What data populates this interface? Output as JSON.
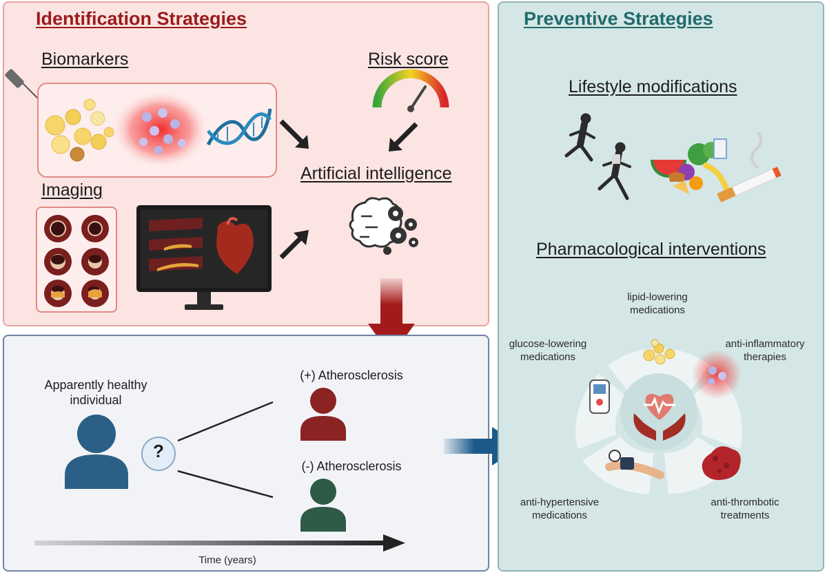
{
  "identification": {
    "title": "Identification Strategies",
    "biomarkers": "Biomarkers",
    "risk_score": "Risk score",
    "imaging": "Imaging",
    "ai": "Artificial intelligence"
  },
  "subject": {
    "healthy": "Apparently healthy individual",
    "question": "?",
    "positive": "(+) Atherosclerosis",
    "negative": "(-) Atherosclerosis",
    "time": "Time (years)"
  },
  "preventive": {
    "title": "Preventive Strategies",
    "lifestyle": "Lifestyle modifications",
    "pharma": "Pharmacological interventions",
    "lipid": "lipid-lowering medications",
    "glucose": "glucose-lowering medications",
    "inflammatory": "anti-inflammatory therapies",
    "hypertensive": "anti-hypertensive medications",
    "thrombotic": "anti-thrombotic treatments"
  },
  "colors": {
    "identification_title": "#9b1b1b",
    "preventive_title": "#1f6a6a",
    "down_arrow": "#a31a1a",
    "right_arrow": "#1d5a8c",
    "healthy_person": "#2c5f85",
    "positive_person": "#8c2323",
    "negative_person": "#2e5a48"
  }
}
